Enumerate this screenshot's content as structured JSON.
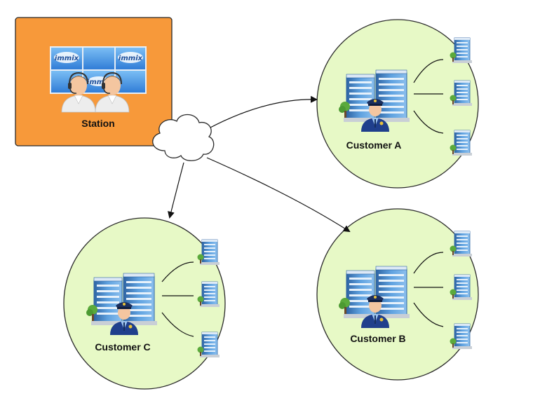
{
  "station": {
    "label": "Station",
    "monitor_brand": "immix",
    "fill_color": "#F7993A"
  },
  "customers": [
    {
      "id": "a",
      "label": "Customer A"
    },
    {
      "id": "b",
      "label": "Customer B"
    },
    {
      "id": "c",
      "label": "Customer C"
    }
  ],
  "colors": {
    "customer_fill": "#E7F9C6",
    "building": "#4F8FD1",
    "building_dark": "#2E64A3",
    "tree": "#5BAA3C",
    "officer": "#1F3F8C",
    "skin": "#F4C6A0",
    "screen": "#3F8FE0",
    "cloud_fill": "#FFFFFF",
    "edge": "#111111"
  },
  "icons": [
    "cloud-icon",
    "operator-icon",
    "monitor-icon",
    "building-icon",
    "police-officer-icon",
    "tree-icon"
  ]
}
